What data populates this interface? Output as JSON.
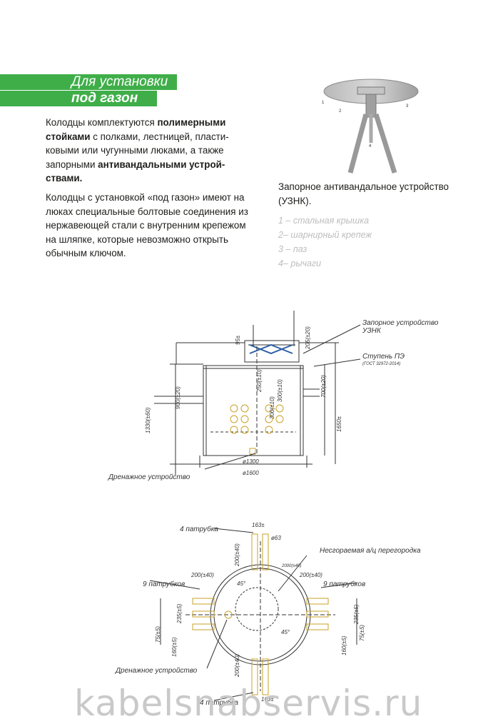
{
  "banner": {
    "line1": "Для установки",
    "line2": "под газон"
  },
  "intro": {
    "p1_a": "Колодцы комплектуются ",
    "p1_b": "полимерными стойками",
    "p1_c": " с полками, лестницей, пласти­ковыми или чугунными люками, а также запорными ",
    "p1_d": "антивандальными устрой­ствами.",
    "p2": "Колодцы с установкой «под газон» имеют на люках специальные болтовые соединения из нержавеющей стали с внутренним крепежом на шляпке, которые невозможно открыть обычным ключом."
  },
  "device": {
    "caption": "Запорное антивандальное устройство (УЗНК).",
    "legend": [
      "1 – стальная крышка",
      "2– шарнирный крепеж",
      "3 – паз",
      "4– рычаги"
    ],
    "callouts": [
      "1",
      "2",
      "3",
      "4"
    ]
  },
  "section": {
    "labels": {
      "lock": "Запорное устройство",
      "lock2": "УЗНК",
      "step": "Ступень ПЭ",
      "step_gost": "(ГОСТ 32972-2014)",
      "drain": "Дренажное устройство"
    },
    "dims": {
      "d95": "95±",
      "d205": "205(±20)",
      "d900": "900(±20)",
      "d1330": "1330(±60)",
      "d250": "250(±10)",
      "d300a": "300(±10)",
      "d300b": "300(±10)",
      "d700": "700(±20)",
      "d1650": "1650±",
      "d1300": "ø1300",
      "d1600": "ø1600"
    }
  },
  "plan": {
    "labels": {
      "pipes4_top": "4 патрубка",
      "pipes4_bottom": "4 патрубка",
      "pipes9_left": "9 патрубков",
      "pipes9_right": "9 патрубков",
      "partition": "Несгораемая а/ц перегородка",
      "drain": "Дренажное устройство"
    },
    "dims": {
      "d163a": "163±",
      "d163b": "163±",
      "d63": "ø63",
      "d200a": "200(±40)",
      "d200b": "200(±40)",
      "d200c": "200(±40)",
      "d200d": "200(±40)",
      "d235a": "235(±5)",
      "d235b": "235(±5)",
      "d75a": "75(±5)",
      "d75b": "75(±5)",
      "d160a": "160(±5)",
      "d160b": "160(±5)",
      "d45a": "45°",
      "d45b": "45°",
      "d200e": "2000(±40)"
    }
  },
  "watermark": "kabelsnabservis.ru"
}
